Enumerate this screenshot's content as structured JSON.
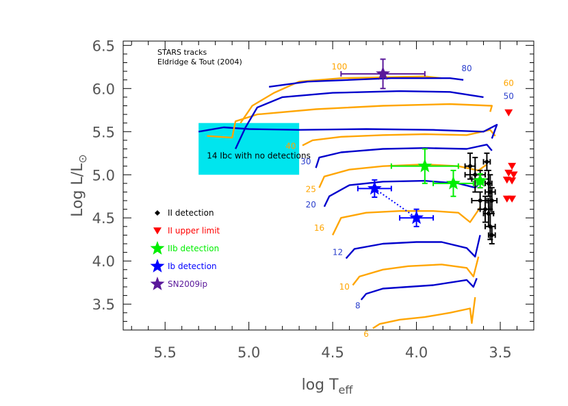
{
  "chart_data": {
    "type": "scatter",
    "xlabel": "log T",
    "xlabel_sub": "eff",
    "ylabel": "Log L/L",
    "ylabel_sub": "⊙",
    "xlim": [
      5.75,
      3.3
    ],
    "ylim": [
      3.2,
      6.55
    ],
    "x_ticks": [
      "5.5",
      "5.0",
      "4.5",
      "4.0",
      "3.5"
    ],
    "y_ticks": [
      "3.5",
      "4.0",
      "4.5",
      "5.0",
      "5.5",
      "6.0",
      "6.5"
    ],
    "source_text": [
      "STARS tracks",
      "Eldridge & Tout (2004)"
    ],
    "box": {
      "label": "14 Ibc with no detections",
      "x": [
        5.3,
        4.7
      ],
      "y": [
        5.0,
        5.6
      ],
      "color": "#00e5ee"
    },
    "colors": {
      "odd_tracks": "#ffa500",
      "even_tracks": "#0000cc",
      "ii_detection": "#000000",
      "ii_upper": "#ff0000",
      "iib": "#00ee00",
      "ib": "#0000ff",
      "sn2009ip": "#5a189a",
      "axes": "#000000",
      "text": "#555555"
    },
    "mass_labels": [
      {
        "text": "100",
        "x": 4.46,
        "y": 6.22,
        "color": "#ffa500"
      },
      {
        "text": "80",
        "x": 3.7,
        "y": 6.2,
        "color": "#2b3fcc"
      },
      {
        "text": "60",
        "x": 3.45,
        "y": 6.03,
        "color": "#ffa500"
      },
      {
        "text": "50",
        "x": 3.45,
        "y": 5.88,
        "color": "#2b3fcc"
      },
      {
        "text": "40",
        "x": 4.75,
        "y": 5.3,
        "color": "#ffa500"
      },
      {
        "text": "30",
        "x": 4.66,
        "y": 5.12,
        "color": "#2b3fcc"
      },
      {
        "text": "25",
        "x": 4.63,
        "y": 4.8,
        "color": "#ffa500"
      },
      {
        "text": "20",
        "x": 4.63,
        "y": 4.62,
        "color": "#2b3fcc"
      },
      {
        "text": "16",
        "x": 4.58,
        "y": 4.35,
        "color": "#ffa500"
      },
      {
        "text": "12",
        "x": 4.47,
        "y": 4.07,
        "color": "#2b3fcc"
      },
      {
        "text": "10",
        "x": 4.43,
        "y": 3.67,
        "color": "#ffa500"
      },
      {
        "text": "8",
        "x": 4.35,
        "y": 3.45,
        "color": "#2b3fcc"
      },
      {
        "text": "6",
        "x": 4.3,
        "y": 3.12,
        "color": "#ffa500"
      }
    ],
    "tracks": [
      {
        "mass": "6",
        "color": "#ffa500",
        "points": [
          [
            4.26,
            3.22
          ],
          [
            4.22,
            3.27
          ],
          [
            4.1,
            3.32
          ],
          [
            3.95,
            3.35
          ],
          [
            3.8,
            3.4
          ],
          [
            3.68,
            3.45
          ],
          [
            3.67,
            3.28
          ],
          [
            3.65,
            3.58
          ]
        ]
      },
      {
        "mass": "8",
        "color": "#0000cc",
        "points": [
          [
            4.33,
            3.55
          ],
          [
            4.3,
            3.62
          ],
          [
            4.2,
            3.68
          ],
          [
            4.05,
            3.7
          ],
          [
            3.9,
            3.72
          ],
          [
            3.7,
            3.78
          ],
          [
            3.66,
            3.7
          ],
          [
            3.64,
            3.8
          ]
        ]
      },
      {
        "mass": "10",
        "color": "#ffa500",
        "points": [
          [
            4.38,
            3.72
          ],
          [
            4.34,
            3.82
          ],
          [
            4.2,
            3.9
          ],
          [
            4.05,
            3.94
          ],
          [
            3.85,
            3.96
          ],
          [
            3.7,
            3.92
          ],
          [
            3.66,
            3.82
          ],
          [
            3.63,
            4.05
          ]
        ]
      },
      {
        "mass": "12",
        "color": "#0000cc",
        "points": [
          [
            4.42,
            4.03
          ],
          [
            4.37,
            4.14
          ],
          [
            4.2,
            4.2
          ],
          [
            4.0,
            4.22
          ],
          [
            3.85,
            4.22
          ],
          [
            3.7,
            4.15
          ],
          [
            3.65,
            4.05
          ],
          [
            3.62,
            4.3
          ]
        ]
      },
      {
        "mass": "16",
        "color": "#ffa500",
        "points": [
          [
            4.5,
            4.3
          ],
          [
            4.45,
            4.5
          ],
          [
            4.3,
            4.56
          ],
          [
            4.1,
            4.58
          ],
          [
            3.9,
            4.58
          ],
          [
            3.75,
            4.56
          ],
          [
            3.68,
            4.45
          ],
          [
            3.62,
            4.62
          ]
        ]
      },
      {
        "mass": "20",
        "color": "#0000cc",
        "points": [
          [
            4.55,
            4.63
          ],
          [
            4.52,
            4.75
          ],
          [
            4.4,
            4.88
          ],
          [
            4.2,
            4.92
          ],
          [
            3.95,
            4.93
          ],
          [
            3.75,
            4.9
          ],
          [
            3.65,
            4.85
          ],
          [
            3.6,
            4.95
          ]
        ]
      },
      {
        "mass": "25",
        "color": "#ffa500",
        "points": [
          [
            4.58,
            4.85
          ],
          [
            4.55,
            4.98
          ],
          [
            4.4,
            5.06
          ],
          [
            4.2,
            5.1
          ],
          [
            3.95,
            5.12
          ],
          [
            3.75,
            5.1
          ],
          [
            3.63,
            5.05
          ],
          [
            3.58,
            5.12
          ]
        ]
      },
      {
        "mass": "30",
        "color": "#0000cc",
        "points": [
          [
            4.6,
            5.08
          ],
          [
            4.58,
            5.2
          ],
          [
            4.45,
            5.26
          ],
          [
            4.2,
            5.3
          ],
          [
            3.95,
            5.31
          ],
          [
            3.7,
            5.3
          ],
          [
            3.58,
            5.35
          ],
          [
            3.55,
            5.28
          ]
        ]
      },
      {
        "mass": "40",
        "color": "#ffa500",
        "points": [
          [
            4.68,
            5.34
          ],
          [
            4.62,
            5.4
          ],
          [
            4.45,
            5.44
          ],
          [
            4.2,
            5.46
          ],
          [
            3.95,
            5.47
          ],
          [
            3.7,
            5.46
          ],
          [
            3.56,
            5.52
          ],
          [
            3.53,
            5.45
          ]
        ]
      },
      {
        "mass": "50",
        "color": "#0000cc",
        "points": [
          [
            5.3,
            5.5
          ],
          [
            5.15,
            5.55
          ],
          [
            5.0,
            5.53
          ],
          [
            4.7,
            5.52
          ],
          [
            4.3,
            5.53
          ],
          [
            3.9,
            5.52
          ],
          [
            3.6,
            5.5
          ],
          [
            3.52,
            5.58
          ],
          [
            3.55,
            5.42
          ]
        ]
      },
      {
        "mass": "60",
        "color": "#ffa500",
        "points": [
          [
            5.25,
            5.45
          ],
          [
            5.1,
            5.43
          ],
          [
            5.08,
            5.62
          ],
          [
            4.95,
            5.7
          ],
          [
            4.6,
            5.76
          ],
          [
            4.2,
            5.8
          ],
          [
            3.8,
            5.82
          ],
          [
            3.55,
            5.8
          ],
          [
            3.56,
            5.73
          ]
        ]
      },
      {
        "mass": "80",
        "color": "#0000cc",
        "points": [
          [
            5.08,
            5.3
          ],
          [
            5.02,
            5.55
          ],
          [
            4.95,
            5.78
          ],
          [
            4.8,
            5.9
          ],
          [
            4.5,
            5.95
          ],
          [
            4.1,
            5.97
          ],
          [
            3.8,
            5.96
          ],
          [
            3.6,
            5.9
          ]
        ]
      },
      {
        "mass": "100",
        "color": "#ffa500",
        "points": [
          [
            5.05,
            5.6
          ],
          [
            4.98,
            5.8
          ],
          [
            4.85,
            5.95
          ],
          [
            4.7,
            6.08
          ],
          [
            4.45,
            6.12
          ],
          [
            4.2,
            6.13
          ],
          [
            3.95,
            6.14
          ],
          [
            3.85,
            6.12
          ]
        ]
      },
      {
        "mass": "",
        "color": "#0000cc",
        "points": [
          [
            4.88,
            6.02
          ],
          [
            4.65,
            6.08
          ],
          [
            4.4,
            6.1
          ],
          [
            4.15,
            6.12
          ],
          [
            3.95,
            6.12
          ],
          [
            3.8,
            6.12
          ],
          [
            3.72,
            6.1
          ]
        ]
      }
    ],
    "series": [
      {
        "name": "II detection",
        "marker": "diamond",
        "color": "#000000",
        "points": [
          {
            "x": 3.68,
            "y": 5.1,
            "xerr": 0.03,
            "yerr": 0.15
          },
          {
            "x": 3.65,
            "y": 5.0,
            "xerr": 0.06,
            "yerr": 0.2
          },
          {
            "x": 3.62,
            "y": 4.95,
            "xerr": 0.05,
            "yerr": 0.1
          },
          {
            "x": 3.58,
            "y": 5.15,
            "xerr": 0.02,
            "yerr": 0.1
          },
          {
            "x": 3.57,
            "y": 4.9,
            "xerr": 0.02,
            "yerr": 0.15
          },
          {
            "x": 3.56,
            "y": 4.8,
            "xerr": 0.03,
            "yerr": 0.2
          },
          {
            "x": 3.55,
            "y": 4.7,
            "xerr": 0.03,
            "yerr": 0.15
          },
          {
            "x": 3.57,
            "y": 4.55,
            "xerr": 0.03,
            "yerr": 0.15
          },
          {
            "x": 3.56,
            "y": 4.4,
            "xerr": 0.03,
            "yerr": 0.15
          },
          {
            "x": 3.55,
            "y": 4.3,
            "xerr": 0.02,
            "yerr": 0.1
          },
          {
            "x": 3.62,
            "y": 4.7,
            "xerr": 0.05,
            "yerr": 0.1
          },
          {
            "x": 3.59,
            "y": 4.6,
            "xerr": 0.03,
            "yerr": 0.15
          }
        ]
      },
      {
        "name": "II upper limit",
        "marker": "triangle-down",
        "color": "#ff0000",
        "points": [
          {
            "x": 3.45,
            "y": 5.72
          },
          {
            "x": 3.43,
            "y": 5.1
          },
          {
            "x": 3.45,
            "y": 5.02
          },
          {
            "x": 3.42,
            "y": 5.0
          },
          {
            "x": 3.46,
            "y": 4.94
          },
          {
            "x": 3.43,
            "y": 4.93
          },
          {
            "x": 3.46,
            "y": 4.72
          },
          {
            "x": 3.43,
            "y": 4.72
          }
        ]
      },
      {
        "name": "IIb detection",
        "marker": "star",
        "color": "#00ee00",
        "points": [
          {
            "x": 3.95,
            "y": 5.1,
            "xerr": 0.2,
            "yerr": 0.2
          },
          {
            "x": 3.78,
            "y": 4.9,
            "xerr": 0.12,
            "yerr": 0.15
          },
          {
            "x": 3.62,
            "y": 4.93,
            "xerr": 0.02,
            "yerr": 0.08
          }
        ]
      },
      {
        "name": "Ib detection",
        "marker": "star",
        "color": "#0000ff",
        "points": [
          {
            "x": 4.25,
            "y": 4.84,
            "xerr": 0.1,
            "yerr": 0.1
          },
          {
            "x": 4.0,
            "y": 4.5,
            "xerr": 0.1,
            "yerr": 0.1
          }
        ],
        "connected": true
      },
      {
        "name": "SN2009ip",
        "marker": "star",
        "color": "#5a189a",
        "points": [
          {
            "x": 4.2,
            "y": 6.17,
            "xerr": 0.25,
            "yerr": 0.17
          }
        ]
      }
    ],
    "legend": [
      {
        "label": "II detection",
        "marker": "diamond",
        "color": "#000000",
        "text_color": "#000000"
      },
      {
        "label": "II upper limit",
        "marker": "triangle-down",
        "color": "#ff0000",
        "text_color": "#ff0000"
      },
      {
        "label": "IIb detection",
        "marker": "star",
        "color": "#00ee00",
        "text_color": "#00ee00"
      },
      {
        "label": "Ib detection",
        "marker": "star",
        "color": "#0000ff",
        "text_color": "#0000ff"
      },
      {
        "label": "SN2009ip",
        "marker": "star",
        "color": "#5a189a",
        "text_color": "#5a189a"
      }
    ],
    "legend_position": "left-middle",
    "grid": false
  }
}
